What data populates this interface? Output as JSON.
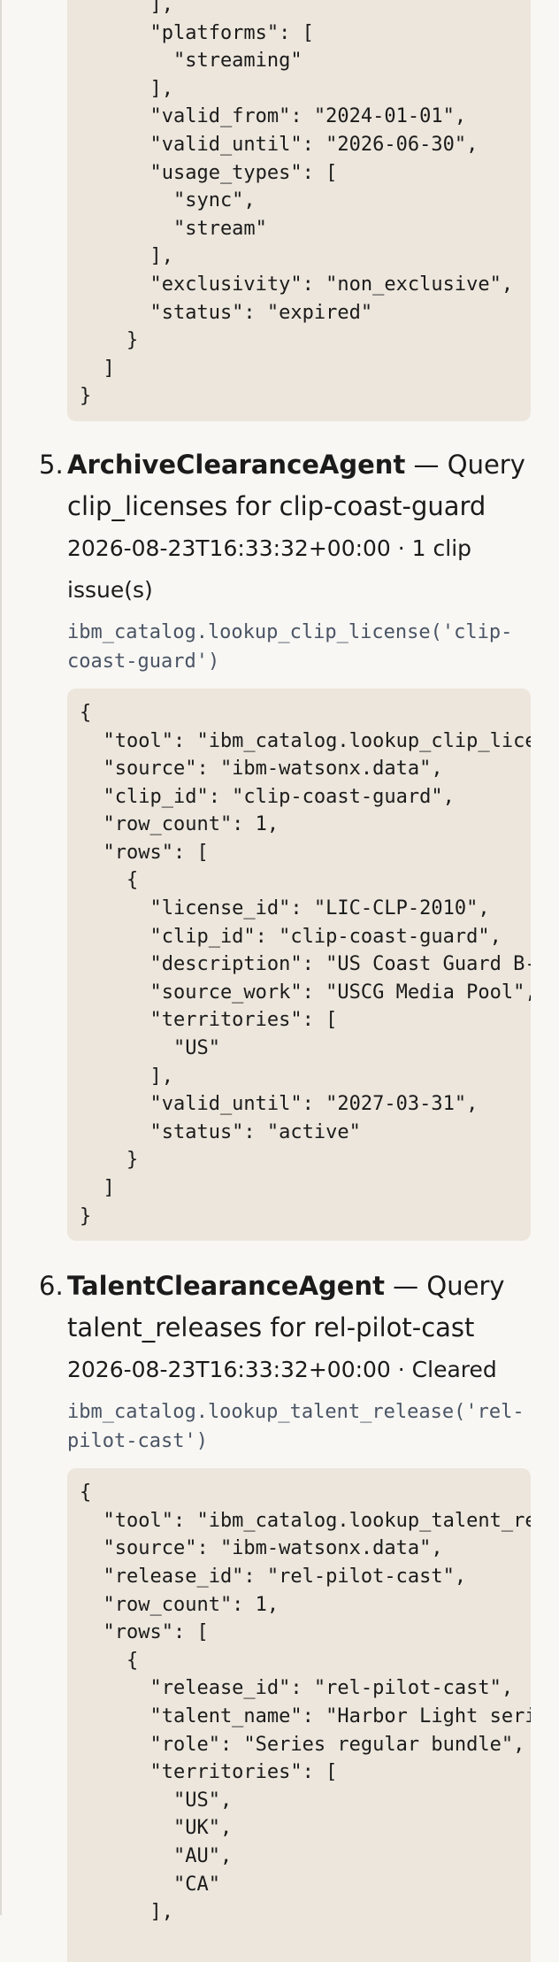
{
  "top_block": {
    "code": "      ],\n      \"platforms\": [\n        \"streaming\"\n      ],\n      \"valid_from\": \"2024-01-01\",\n      \"valid_until\": \"2026-06-30\",\n      \"usage_types\": [\n        \"sync\",\n        \"stream\"\n      ],\n      \"exclusivity\": \"non_exclusive\",\n      \"status\": \"expired\"\n    }\n  ]\n}"
  },
  "steps": [
    {
      "number": "5.",
      "agent": "ArchiveClearanceAgent",
      "title_rest": " — Query clip_licenses for clip-coast-guard",
      "meta": "2026-08-23T16:33:32+00:00 · 1 clip issue(s)",
      "call": "ibm_catalog.lookup_clip_license('clip-coast-guard')",
      "code": "{\n  \"tool\": \"ibm_catalog.lookup_clip_license\",\n  \"source\": \"ibm-watsonx.data\",\n  \"clip_id\": \"clip-coast-guard\",\n  \"row_count\": 1,\n  \"rows\": [\n    {\n      \"license_id\": \"LIC-CLP-2010\",\n      \"clip_id\": \"clip-coast-guard\",\n      \"description\": \"US Coast Guard B-roll\",\n      \"source_work\": \"USCG Media Pool\",\n      \"territories\": [\n        \"US\"\n      ],\n      \"valid_until\": \"2027-03-31\",\n      \"status\": \"active\"\n    }\n  ]\n}"
    },
    {
      "number": "6.",
      "agent": "TalentClearanceAgent",
      "title_rest": " — Query talent_releases for rel-pilot-cast",
      "meta": "2026-08-23T16:33:32+00:00 · Cleared",
      "call": "ibm_catalog.lookup_talent_release('rel-pilot-cast')",
      "code": "{\n  \"tool\": \"ibm_catalog.lookup_talent_release\",\n  \"source\": \"ibm-watsonx.data\",\n  \"release_id\": \"rel-pilot-cast\",\n  \"row_count\": 1,\n  \"rows\": [\n    {\n      \"release_id\": \"rel-pilot-cast\",\n      \"talent_name\": \"Harbor Light series cast\",\n      \"role\": \"Series regular bundle\",\n      \"territories\": [\n        \"US\",\n        \"UK\",\n        \"AU\",\n        \"CA\"\n      ],"
    }
  ]
}
